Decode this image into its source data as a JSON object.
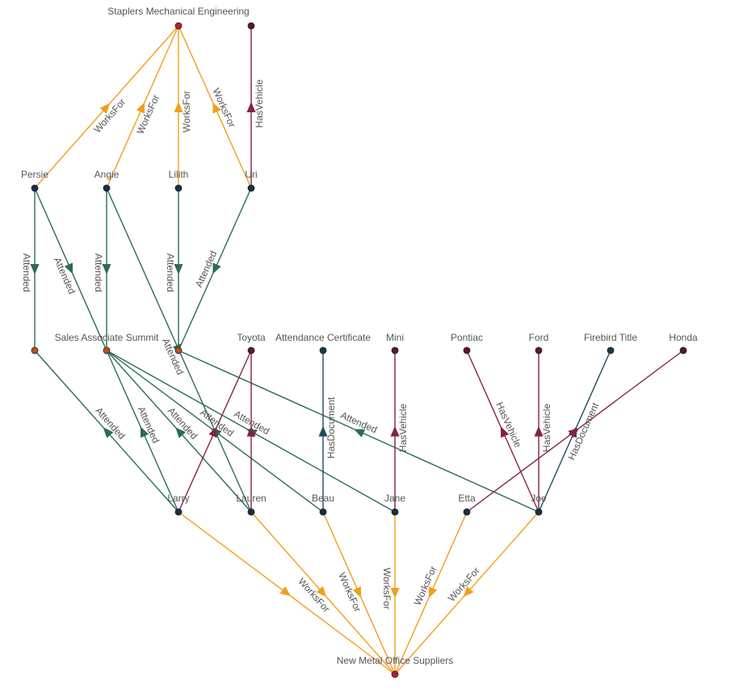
{
  "colors": {
    "works_for": "#f29e1b",
    "attended": "#2b6b57",
    "has_vehicle": "#86204a",
    "has_document": "#1e4c5f",
    "node_org": "#b6202e",
    "node_person": "#15304a",
    "node_event": "#b8521d",
    "node_vehicle": "#5e1438",
    "node_document": "#173b44",
    "node_outline": "#222222"
  },
  "nodes": [
    {
      "id": "staplers",
      "label": "Staplers Mechanical Engineering",
      "kind": "org"
    },
    {
      "id": "uri_top",
      "label": "",
      "kind": "vehicle"
    },
    {
      "id": "persie",
      "label": "Persie",
      "kind": "person"
    },
    {
      "id": "angie",
      "label": "Angie",
      "kind": "person"
    },
    {
      "id": "lilith",
      "label": "Lilith",
      "kind": "person"
    },
    {
      "id": "uri",
      "label": "Uri",
      "kind": "person"
    },
    {
      "id": "event1",
      "label": "",
      "kind": "event"
    },
    {
      "id": "summit",
      "label": "Sales Associate Summit",
      "kind": "event"
    },
    {
      "id": "event3",
      "label": "",
      "kind": "event"
    },
    {
      "id": "toyota",
      "label": "Toyota",
      "kind": "vehicle"
    },
    {
      "id": "certificate",
      "label": "Attendance Certificate",
      "kind": "document"
    },
    {
      "id": "mini",
      "label": "Mini",
      "kind": "vehicle"
    },
    {
      "id": "pontiac",
      "label": "Pontiac",
      "kind": "vehicle"
    },
    {
      "id": "ford",
      "label": "Ford",
      "kind": "vehicle"
    },
    {
      "id": "firebird",
      "label": "Firebird Title",
      "kind": "document"
    },
    {
      "id": "honda",
      "label": "Honda",
      "kind": "vehicle"
    },
    {
      "id": "larry",
      "label": "Larry",
      "kind": "person"
    },
    {
      "id": "lauren",
      "label": "Lauren",
      "kind": "person"
    },
    {
      "id": "beau",
      "label": "Beau",
      "kind": "person"
    },
    {
      "id": "jane",
      "label": "Jane",
      "kind": "person"
    },
    {
      "id": "etta",
      "label": "Etta",
      "kind": "person"
    },
    {
      "id": "joe",
      "label": "Joe",
      "kind": "person"
    },
    {
      "id": "newmetal",
      "label": "New Metal Office Suppliers",
      "kind": "org"
    }
  ],
  "edges": [
    {
      "from": "persie",
      "to": "staplers",
      "label": "WorksFor",
      "type": "works_for"
    },
    {
      "from": "angie",
      "to": "staplers",
      "label": "WorksFor",
      "type": "works_for"
    },
    {
      "from": "lilith",
      "to": "staplers",
      "label": "WorksFor",
      "type": "works_for"
    },
    {
      "from": "uri",
      "to": "staplers",
      "label": "WorksFor",
      "type": "works_for"
    },
    {
      "from": "uri",
      "to": "uri_top",
      "label": "HasVehicle",
      "type": "has_vehicle"
    },
    {
      "from": "persie",
      "to": "event1",
      "label": "Attended",
      "type": "attended"
    },
    {
      "from": "persie",
      "to": "summit",
      "label": "Attended",
      "type": "attended"
    },
    {
      "from": "angie",
      "to": "summit",
      "label": "Attended",
      "type": "attended"
    },
    {
      "from": "angie",
      "to": "lauren",
      "label": "Attended",
      "type": "attended"
    },
    {
      "from": "lilith",
      "to": "event3",
      "label": "Attended",
      "type": "attended"
    },
    {
      "from": "uri",
      "to": "event3",
      "label": "Attended",
      "type": "attended"
    },
    {
      "from": "larry",
      "to": "event1",
      "label": "Attended",
      "type": "attended"
    },
    {
      "from": "larry",
      "to": "summit",
      "label": "Attended",
      "type": "attended"
    },
    {
      "from": "lauren",
      "to": "summit",
      "label": "Attended",
      "type": "attended"
    },
    {
      "from": "beau",
      "to": "summit",
      "label": "Attended",
      "type": "attended"
    },
    {
      "from": "jane",
      "to": "summit",
      "label": "Attended",
      "type": "attended"
    },
    {
      "from": "joe",
      "to": "event3",
      "label": "Attended",
      "type": "attended"
    },
    {
      "from": "larry",
      "to": "toyota",
      "label": "",
      "type": "has_vehicle"
    },
    {
      "from": "lauren",
      "to": "toyota",
      "label": "",
      "type": "has_vehicle"
    },
    {
      "from": "beau",
      "to": "certificate",
      "label": "HasDocument",
      "type": "has_document"
    },
    {
      "from": "jane",
      "to": "mini",
      "label": "HasVehicle",
      "type": "has_vehicle"
    },
    {
      "from": "joe",
      "to": "pontiac",
      "label": "HasVehicle",
      "type": "has_vehicle"
    },
    {
      "from": "joe",
      "to": "ford",
      "label": "HasVehicle",
      "type": "has_vehicle"
    },
    {
      "from": "joe",
      "to": "firebird",
      "label": "HasDocument",
      "type": "has_document"
    },
    {
      "from": "etta",
      "to": "honda",
      "label": "",
      "type": "has_vehicle"
    },
    {
      "from": "larry",
      "to": "newmetal",
      "label": "",
      "type": "works_for"
    },
    {
      "from": "lauren",
      "to": "newmetal",
      "label": "WorksFor",
      "type": "works_for"
    },
    {
      "from": "beau",
      "to": "newmetal",
      "label": "WorksFor",
      "type": "works_for"
    },
    {
      "from": "jane",
      "to": "newmetal",
      "label": "WorksFor",
      "type": "works_for"
    },
    {
      "from": "etta",
      "to": "newmetal",
      "label": "WorksFor",
      "type": "works_for"
    },
    {
      "from": "joe",
      "to": "newmetal",
      "label": "WorksFor",
      "type": "works_for"
    }
  ]
}
